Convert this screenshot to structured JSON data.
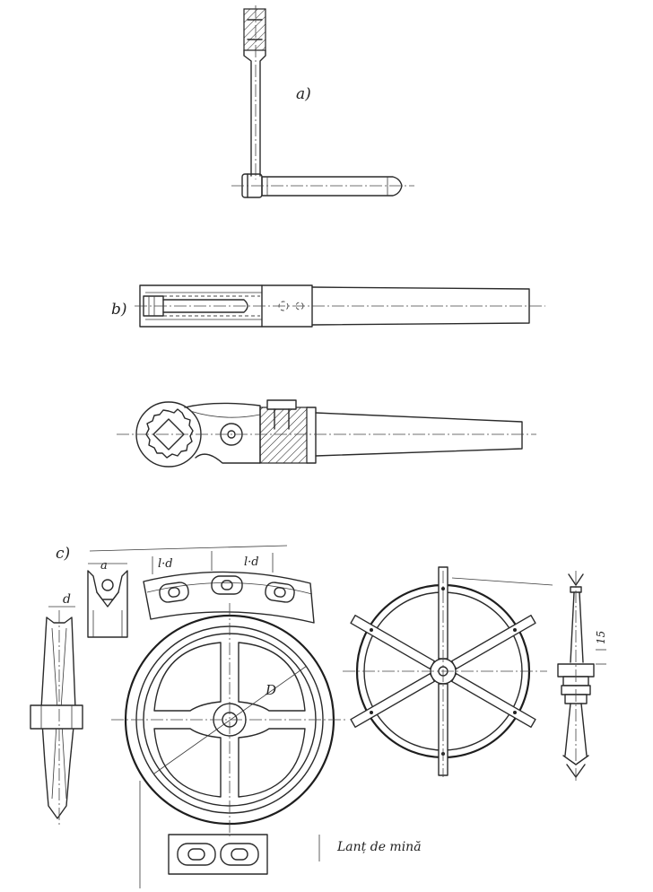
{
  "labels": {
    "a": "a)",
    "b": "b)",
    "c": "c)",
    "dim_d_top": "a",
    "dim_d_left": "d",
    "dim_ld_1": "l·d",
    "dim_ld_2": "l·d",
    "dim_D": "D",
    "dim_15": "15",
    "caption": "Lanț de mină"
  },
  "colors": {
    "ink": "#2a2a2a",
    "paper": "#ffffff"
  }
}
